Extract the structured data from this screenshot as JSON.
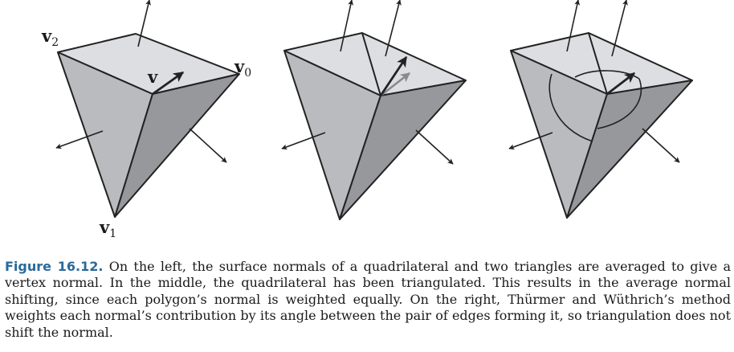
{
  "figure": {
    "labels": {
      "v2": {
        "base": "v",
        "sub": "2"
      },
      "v": {
        "base": "v"
      },
      "v0": {
        "base": "v",
        "sub": "0"
      },
      "v1": {
        "base": "v",
        "sub": "1"
      }
    },
    "colors": {
      "top_face": "#dcdee2",
      "left_face": "#b9bbbf",
      "right_face": "#96989c",
      "stroke": "#222222",
      "averaged_normal_gray": "#8a8a8a"
    }
  },
  "caption": {
    "label": "Figure 16.12.",
    "text": "On the left, the surface normals of a quadrilateral and two triangles are averaged to give a vertex normal. In the middle, the quadrilateral has been triangulated. This results in the average normal shifting, since each polygon’s normal is weighted equally. On the right, Thürmer and Wüthrich’s method weights each normal’s contribution by its angle between the pair of edges forming it, so triangulation does not shift the normal."
  }
}
